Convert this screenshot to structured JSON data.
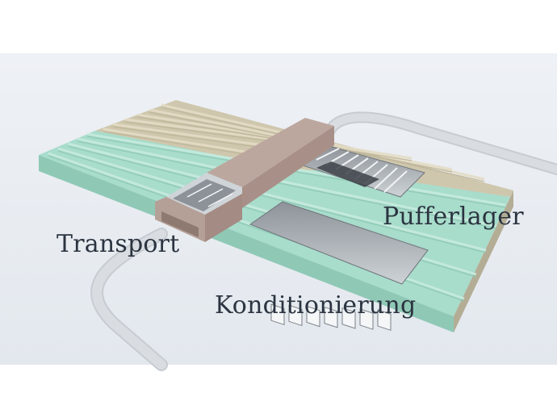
{
  "labels": {
    "pufferlager": "Pufferlager",
    "transport": "Transport",
    "konditionierung": "Konditionierung"
  },
  "colors": {
    "background": "#e9edf2",
    "beige_zone": "#cfc7ad",
    "green_zone": "#a8dccb",
    "transport_box": "#b8a39c",
    "road": "#d3d7dc",
    "text": "#2b3440"
  },
  "icons": [
    "pit-icon",
    "conveyor-icon"
  ]
}
